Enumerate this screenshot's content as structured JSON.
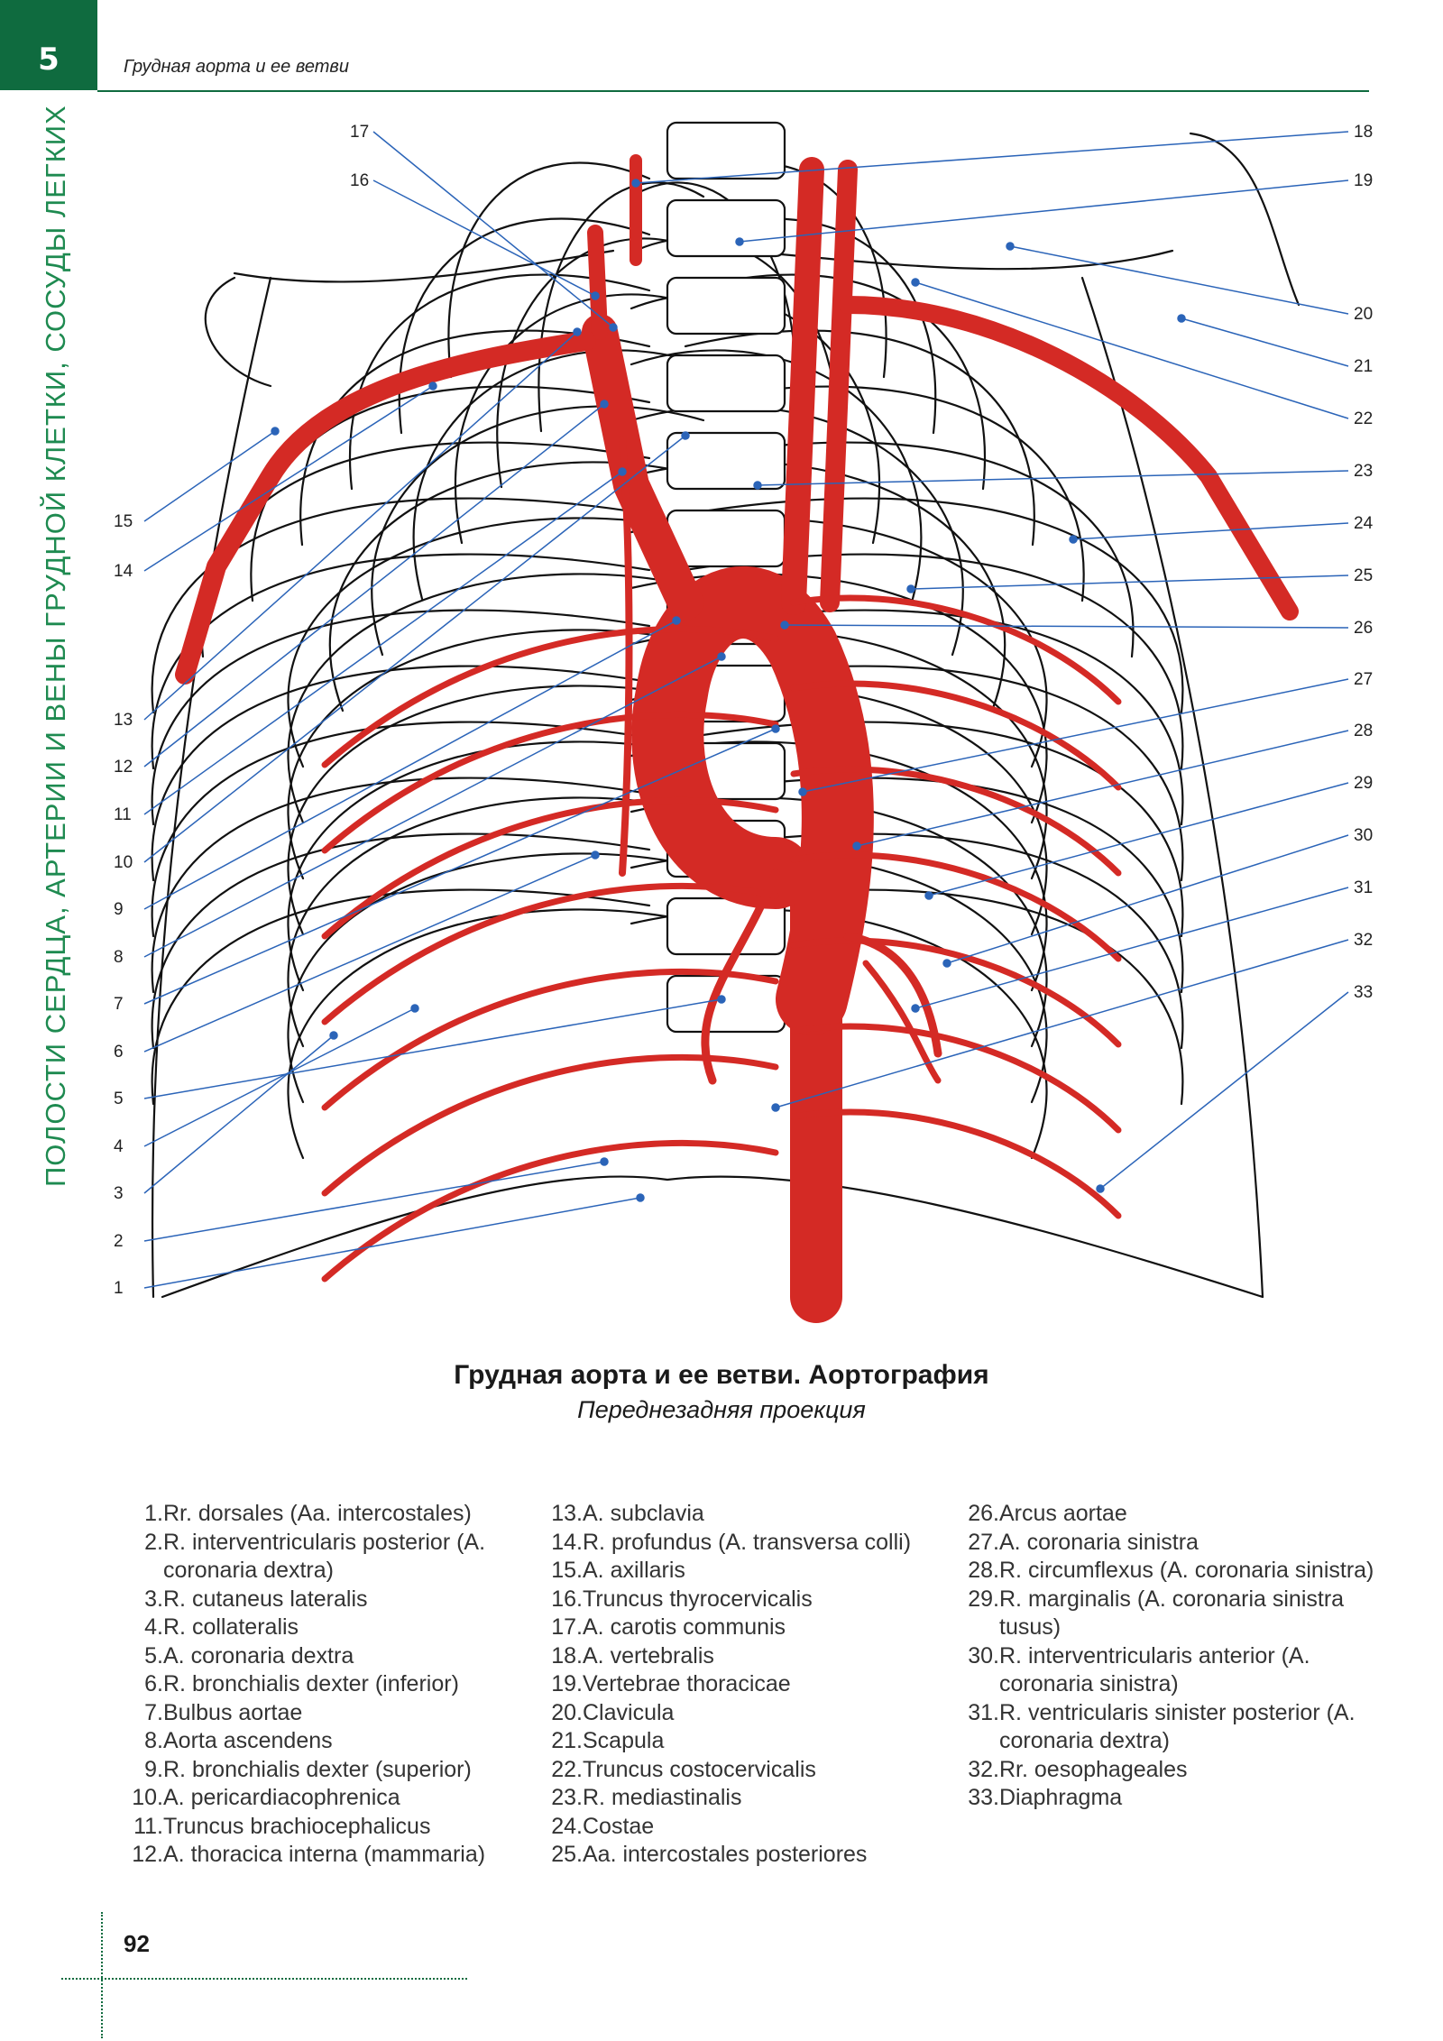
{
  "header": {
    "chapter_number": "5",
    "running_head": "Грудная аорта и ее ветви",
    "side_title": "ПОЛОСТИ СЕРДЦА, АРТЕРИИ И ВЕНЫ ГРУДНОЙ КЛЕТКИ, СОСУДЫ ЛЕГКИХ"
  },
  "figure": {
    "title": "Грудная аорта и ее ветви. Аортография",
    "subtitle": "Переднезадняя проекция",
    "left_labels": [
      "15",
      "14",
      "13",
      "12",
      "11",
      "10",
      "9",
      "8",
      "7",
      "6",
      "5",
      "4",
      "3",
      "2",
      "1"
    ],
    "right_labels": [
      "18",
      "19",
      "20",
      "21",
      "22",
      "23",
      "24",
      "25",
      "26",
      "27",
      "28",
      "29",
      "30",
      "31",
      "32",
      "33"
    ],
    "top_labels": [
      "17",
      "16"
    ],
    "artery_color": "#d42a25"
  },
  "legend": {
    "col1": [
      {
        "n": "1.",
        "t": "Rr. dorsales (Aa. intercostales)"
      },
      {
        "n": "2.",
        "t": "R. interventricularis posterior (A. coronaria dextra)"
      },
      {
        "n": "3.",
        "t": "R. cutaneus lateralis"
      },
      {
        "n": "4.",
        "t": "R. collateralis"
      },
      {
        "n": "5.",
        "t": "A. coronaria dextra"
      },
      {
        "n": "6.",
        "t": "R. bronchialis dexter (inferior)"
      },
      {
        "n": "7.",
        "t": "Bulbus aortae"
      },
      {
        "n": "8.",
        "t": "Aorta ascendens"
      },
      {
        "n": "9.",
        "t": "R. bronchialis dexter (superior)"
      },
      {
        "n": "10.",
        "t": "A. pericardiacophrenica"
      },
      {
        "n": "11.",
        "t": "Truncus brachiocephalicus"
      },
      {
        "n": "12.",
        "t": "A. thoracica interna (mammaria)"
      }
    ],
    "col2": [
      {
        "n": "13.",
        "t": "A. subclavia"
      },
      {
        "n": "14.",
        "t": "R. profundus (A. transversa colli)"
      },
      {
        "n": "15.",
        "t": "A. axillaris"
      },
      {
        "n": "16.",
        "t": "Truncus thyrocervicalis"
      },
      {
        "n": "17.",
        "t": "A. carotis communis"
      },
      {
        "n": "18.",
        "t": "A. vertebralis"
      },
      {
        "n": "19.",
        "t": "Vertebrae thoracicae"
      },
      {
        "n": "20.",
        "t": "Clavicula"
      },
      {
        "n": "21.",
        "t": "Scapula"
      },
      {
        "n": "22.",
        "t": "Truncus costocervicalis"
      },
      {
        "n": "23.",
        "t": "R. mediastinalis"
      },
      {
        "n": "24.",
        "t": "Costae"
      },
      {
        "n": "25.",
        "t": "Aa. intercostales posteriores"
      }
    ],
    "col3": [
      {
        "n": "26.",
        "t": "Arcus aortae"
      },
      {
        "n": "27.",
        "t": "A. coronaria sinistra"
      },
      {
        "n": "28.",
        "t": "R. circumflexus (A. coronaria sinistra)"
      },
      {
        "n": "29.",
        "t": "R. marginalis (A. coronaria sinistra tusus)"
      },
      {
        "n": "30.",
        "t": "R. interventricularis anterior (A. coronaria sinistra)"
      },
      {
        "n": "31.",
        "t": "R. ventricularis sinister posterior (A. coronaria dextra)"
      },
      {
        "n": "32.",
        "t": "Rr. oesophageales"
      },
      {
        "n": "33.",
        "t": "Diaphragma"
      }
    ]
  },
  "footer": {
    "page_number": "92"
  }
}
